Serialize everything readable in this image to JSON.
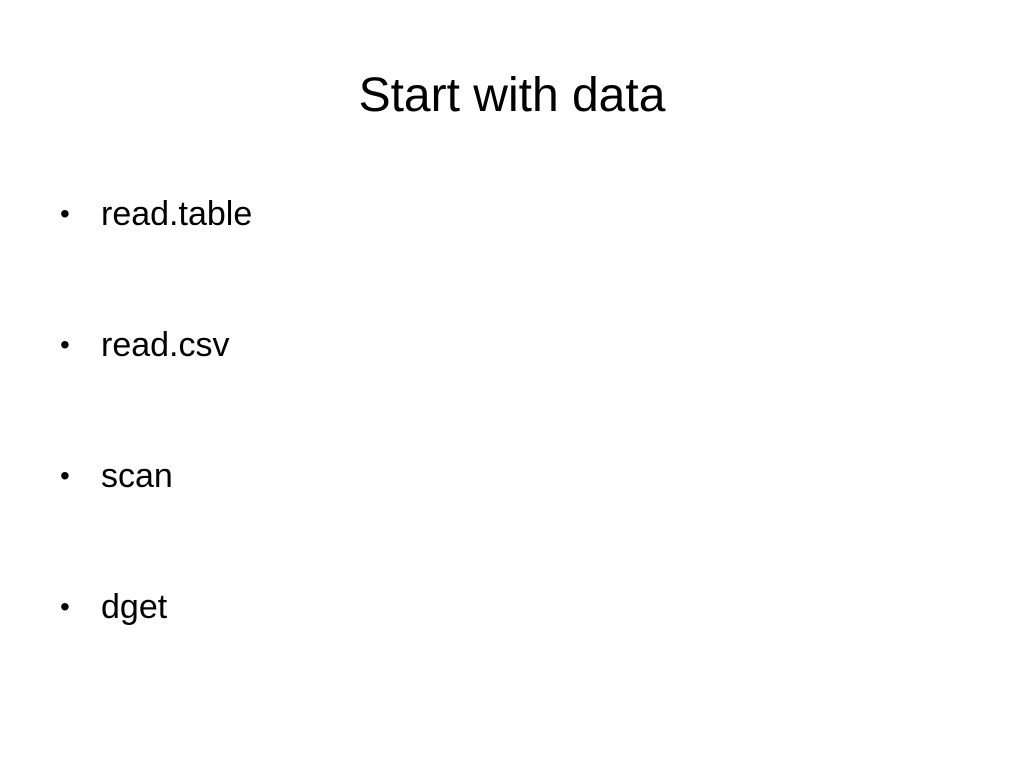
{
  "slide": {
    "title": "Start with data",
    "bullet_glyph": "•",
    "bullets": [
      {
        "text": "read.table"
      },
      {
        "text": "read.csv"
      },
      {
        "text": "scan"
      },
      {
        "text": "dget"
      }
    ]
  }
}
